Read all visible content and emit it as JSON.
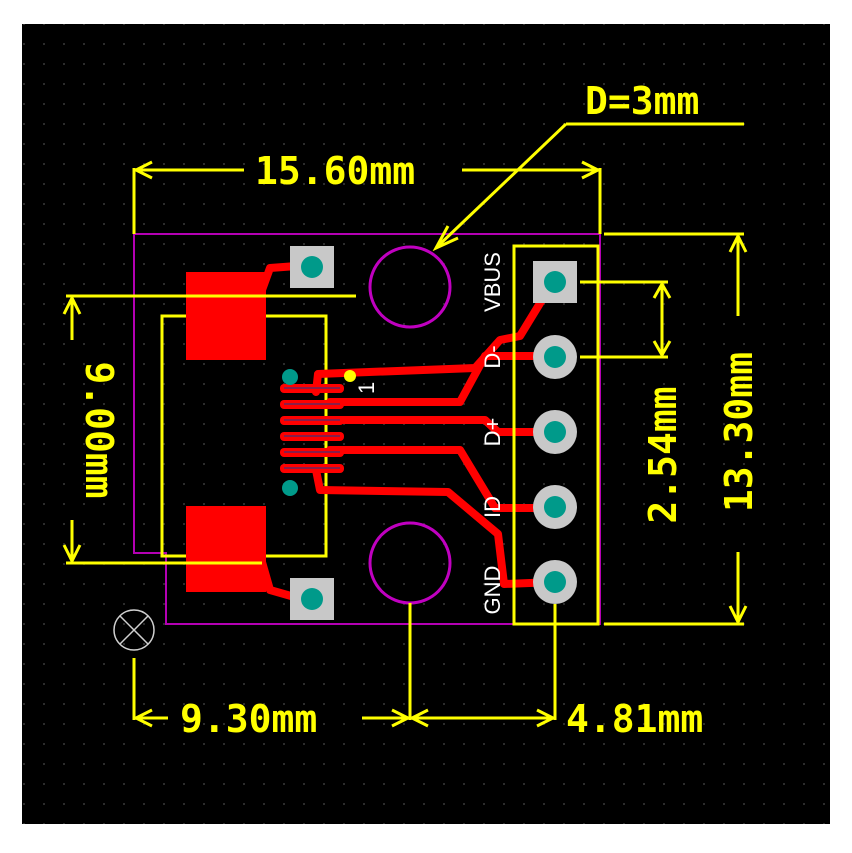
{
  "colors": {
    "background": "#000000",
    "grid_dot": "#3a3a3a",
    "dimension": "#ffff00",
    "board_outline": "#b400b4",
    "hole": "#c000c0",
    "copper": "#ff0000",
    "pad_square": "#c8c8c8",
    "drill": "#009a8a",
    "silkscreen": "#ffffff"
  },
  "dimensions": {
    "width_top": "15.60mm",
    "height_left": "9.00mm",
    "hole_diameter": "D=3mm",
    "pin_pitch": "2.54mm",
    "height_right": "13.30mm",
    "bottom_left": "9.30mm",
    "bottom_right": "4.81mm"
  },
  "pin_labels": [
    "VBUS",
    "D-",
    "D+",
    "ID",
    "GND"
  ],
  "pin1_marker": "1"
}
